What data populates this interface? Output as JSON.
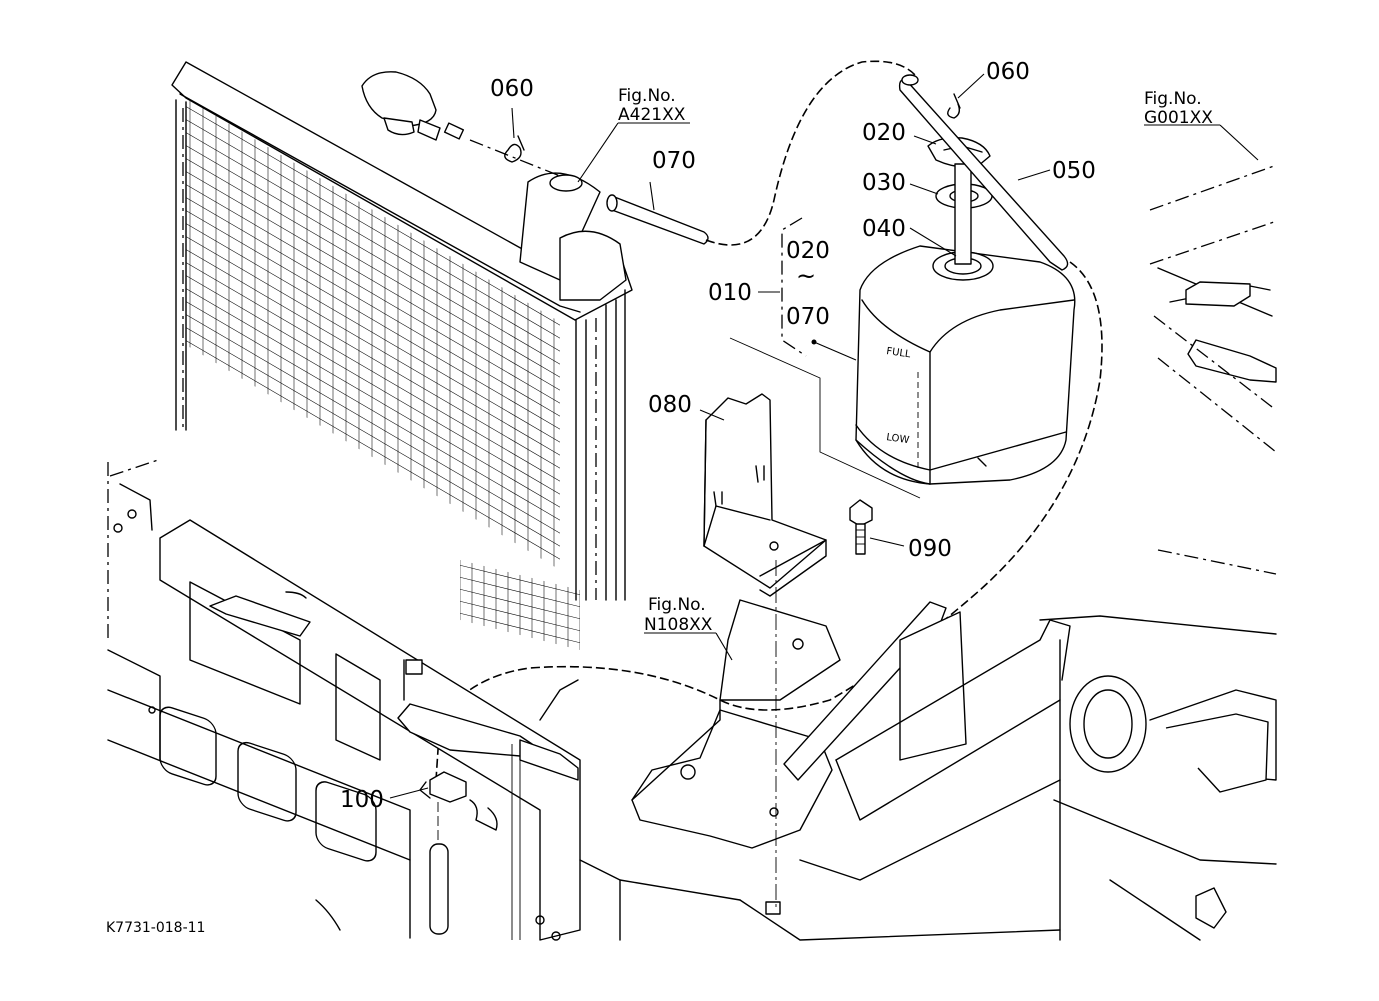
{
  "figure_code": "K7731-018-11",
  "tank_marks": {
    "full": "FULL",
    "low": "LOW"
  },
  "callouts": {
    "c010": "010",
    "c020_range_from": "020",
    "range_symbol": "~",
    "c070_range_to": "070",
    "c020": "020",
    "c030": "030",
    "c040": "040",
    "c050": "050",
    "c060_left": "060",
    "c060_right": "060",
    "c070": "070",
    "c080": "080",
    "c090": "090",
    "c100": "100"
  },
  "figure_refs": {
    "a421": {
      "line1": "Fig.No.",
      "line2": "A421XX"
    },
    "g001": {
      "line1": "Fig.No.",
      "line2": "G001XX"
    },
    "n108": {
      "line1": "Fig.No.",
      "line2": "N108XX"
    }
  }
}
